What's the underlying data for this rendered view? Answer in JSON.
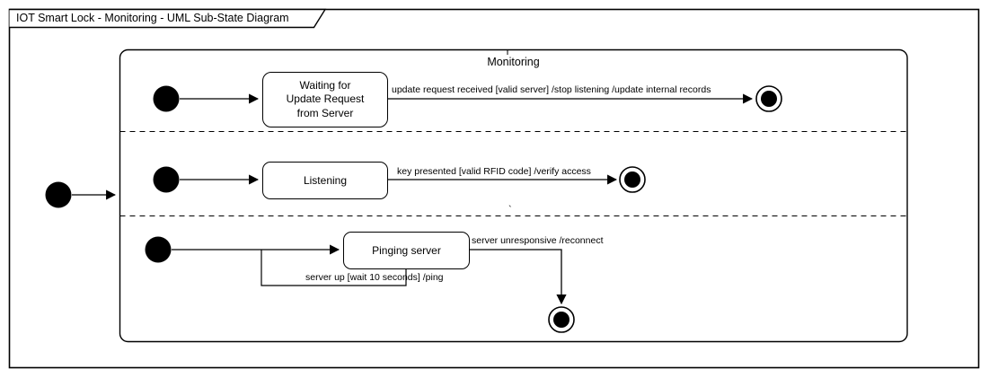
{
  "frame": {
    "title": "IOT Smart Lock - Monitoring - UML Sub-State Diagram"
  },
  "composite_state": {
    "label": "Monitoring"
  },
  "states": {
    "waiting_for_update": {
      "label": "Waiting for Update Request from Server",
      "lines": [
        "Waiting for",
        "Update Request",
        "from Server"
      ]
    },
    "listening": {
      "label": "Listening"
    },
    "pinging_server": {
      "label": "Pinging server"
    }
  },
  "transitions": {
    "update_request": {
      "label": "update request received [valid server] /stop listening /update internal records"
    },
    "key_presented": {
      "label": "key presented [valid RFID code] /verify access"
    },
    "server_unresponsive": {
      "label": "server unresponsive /reconnect"
    },
    "server_up": {
      "label": "server up [wait 10 seconds] /ping"
    }
  },
  "artifacts": {
    "stray_mark": "`"
  },
  "colors": {
    "stroke": "#000000",
    "background": "#ffffff"
  }
}
